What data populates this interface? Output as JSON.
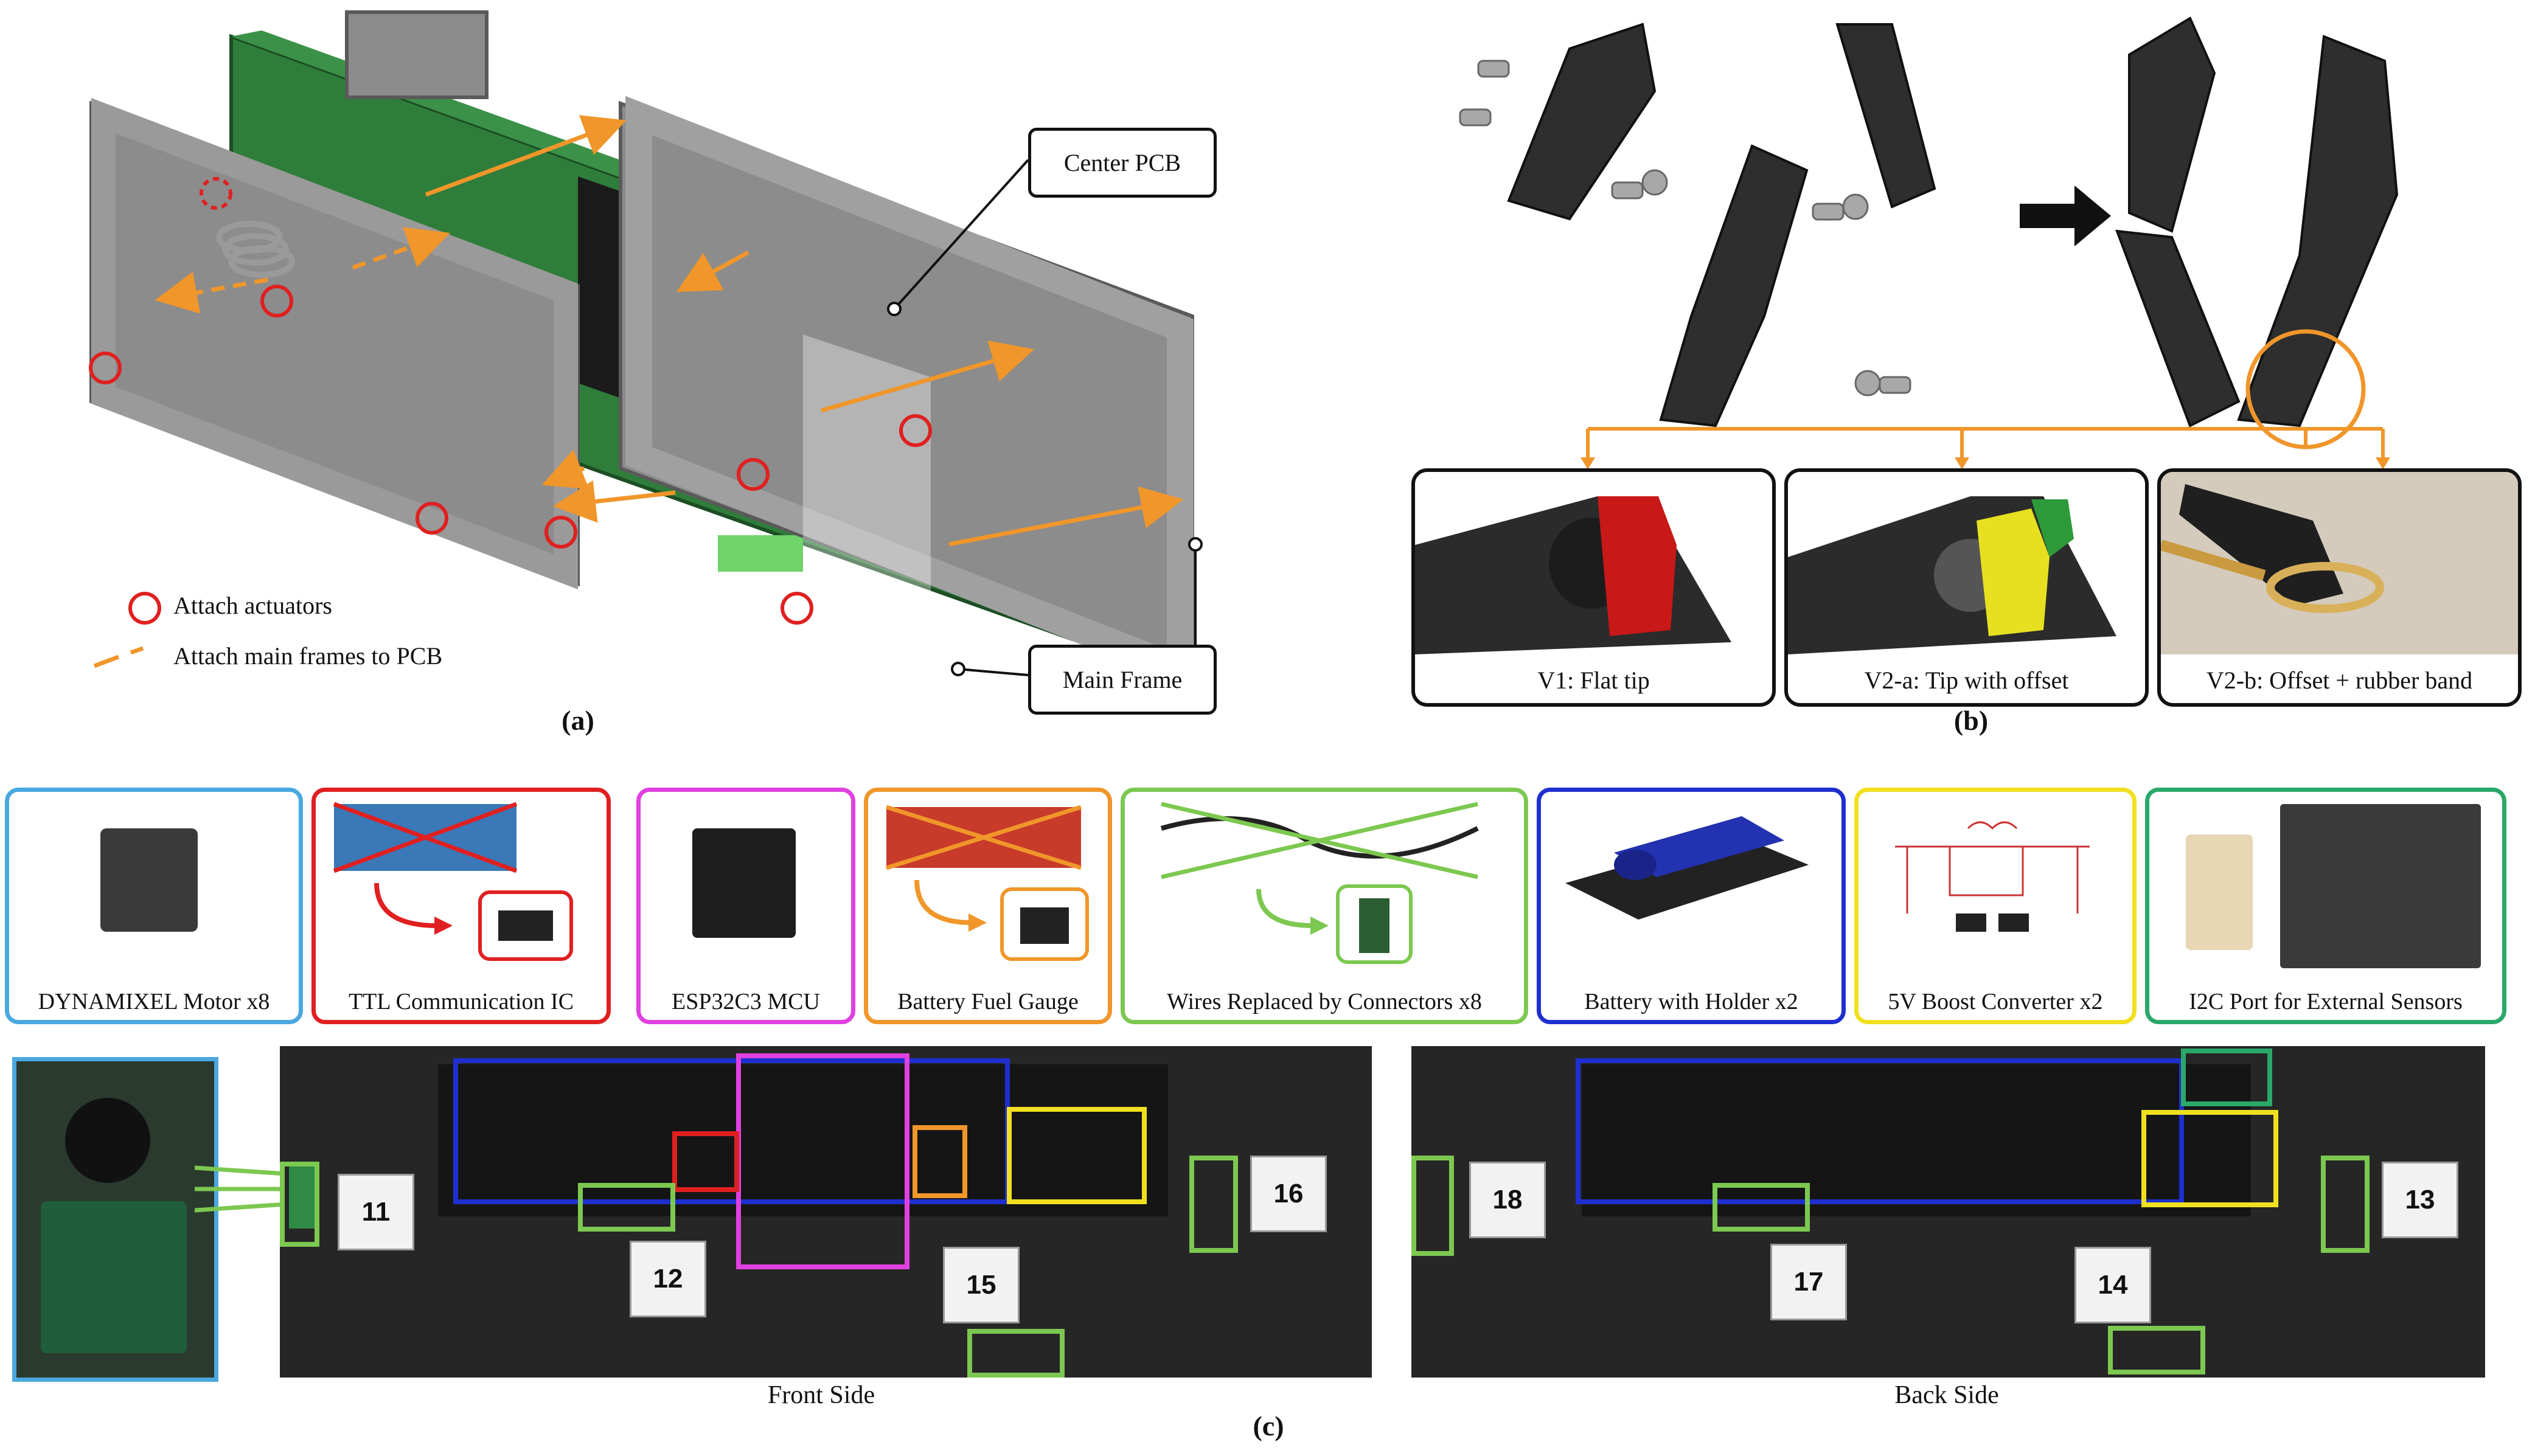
{
  "panel_a": {
    "caption": "(a)",
    "callouts": {
      "center_pcb": "Center PCB",
      "main_frame": "Main Frame"
    },
    "legend": [
      {
        "label": "Attach actuators",
        "color": "#e02020"
      },
      {
        "label": "Attach main frames to PCB",
        "color": "#f0962a"
      }
    ]
  },
  "panel_b": {
    "caption": "(b)",
    "variants": [
      {
        "label": "V1: Flat tip",
        "color": "#c81818"
      },
      {
        "label": "V2-a: Tip with offset",
        "color": "#e6e020"
      },
      {
        "label": "V2-b: Offset + rubber band",
        "color": "#d9c48f"
      }
    ]
  },
  "panel_c": {
    "caption": "(c)",
    "components": [
      {
        "label": "DYNAMIXEL Motor x8",
        "color": "#4aa8e0"
      },
      {
        "label": "TTL Communication IC",
        "color": "#e02020"
      },
      {
        "label": "ESP32C3 MCU",
        "color": "#e040e0"
      },
      {
        "label": "Battery Fuel Gauge",
        "color": "#f0962a"
      },
      {
        "label": "Wires Replaced by Connectors x8",
        "color": "#7cc850"
      },
      {
        "label": "Battery with Holder x2",
        "color": "#1f2fcf"
      },
      {
        "label": "5V Boost Converter x2",
        "color": "#f0e020"
      },
      {
        "label": "I2C Port for External Sensors",
        "color": "#2aa86a"
      }
    ],
    "front": {
      "caption": "Front Side",
      "numbers": [
        "11",
        "12",
        "15",
        "16"
      ]
    },
    "back": {
      "caption": "Back Side",
      "numbers": [
        "18",
        "17",
        "14",
        "13"
      ]
    }
  }
}
